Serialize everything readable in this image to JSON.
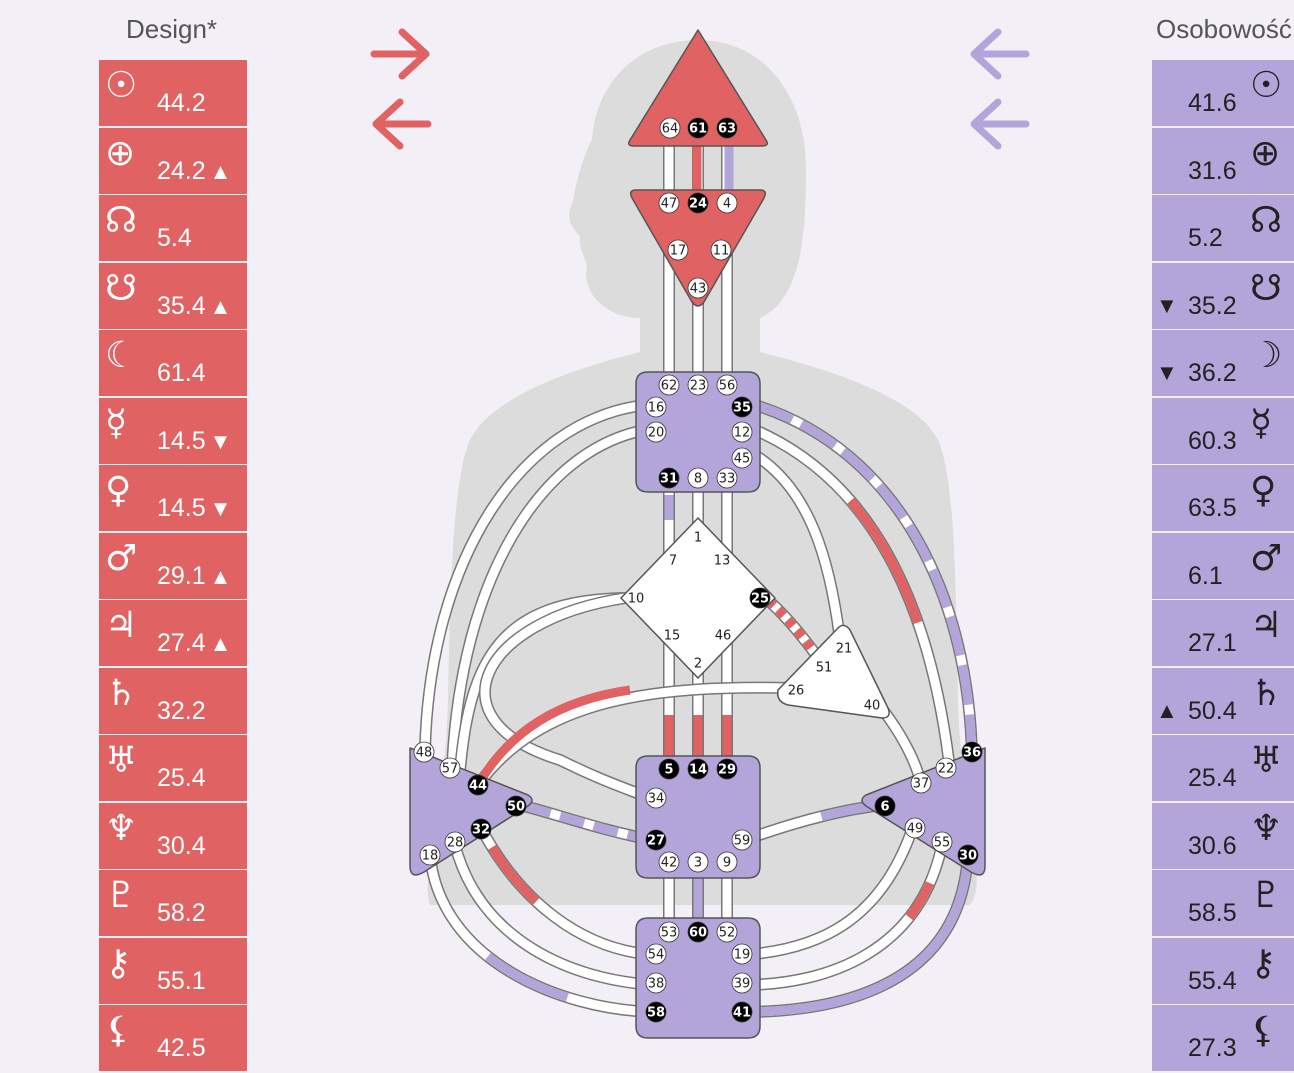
{
  "design": {
    "title": "Design*",
    "rows": [
      {
        "icon": "sun-icon",
        "glyph": "☉",
        "value": "44.2",
        "dir": ""
      },
      {
        "icon": "earth-icon",
        "glyph": "⊕",
        "value": "24.2",
        "dir": "▲"
      },
      {
        "icon": "north-node-icon",
        "glyph": "☊",
        "value": "5.4",
        "dir": ""
      },
      {
        "icon": "south-node-icon",
        "glyph": "☋",
        "value": "35.4",
        "dir": "▲"
      },
      {
        "icon": "moon-icon",
        "glyph": "☾",
        "value": "61.4",
        "dir": ""
      },
      {
        "icon": "mercury-icon",
        "glyph": "☿",
        "value": "14.5",
        "dir": "▼"
      },
      {
        "icon": "venus-icon",
        "glyph": "♀",
        "value": "14.5",
        "dir": "▼"
      },
      {
        "icon": "mars-icon",
        "glyph": "♂",
        "value": "29.1",
        "dir": "▲"
      },
      {
        "icon": "jupiter-icon",
        "glyph": "♃",
        "value": "27.4",
        "dir": "▲"
      },
      {
        "icon": "saturn-icon",
        "glyph": "♄",
        "value": "32.2",
        "dir": ""
      },
      {
        "icon": "uranus-icon",
        "glyph": "♅",
        "value": "25.4",
        "dir": ""
      },
      {
        "icon": "neptune-icon",
        "glyph": "♆",
        "value": "30.4",
        "dir": ""
      },
      {
        "icon": "pluto-icon",
        "glyph": "♇",
        "value": "58.2",
        "dir": ""
      },
      {
        "icon": "chiron-icon",
        "glyph": "⚷",
        "value": "55.1",
        "dir": ""
      },
      {
        "icon": "lilith-icon",
        "glyph": "⚸",
        "value": "42.5",
        "dir": ""
      }
    ]
  },
  "personality": {
    "title": "Osobowość",
    "rows": [
      {
        "icon": "sun-icon",
        "glyph": "☉",
        "value": "41.6",
        "dir": ""
      },
      {
        "icon": "earth-icon",
        "glyph": "⊕",
        "value": "31.6",
        "dir": ""
      },
      {
        "icon": "north-node-icon",
        "glyph": "☊",
        "value": "5.2",
        "dir": ""
      },
      {
        "icon": "south-node-icon",
        "glyph": "☋",
        "value": "35.2",
        "dir": "▼"
      },
      {
        "icon": "moon-icon",
        "glyph": "☽",
        "value": "36.2",
        "dir": "▼"
      },
      {
        "icon": "mercury-icon",
        "glyph": "☿",
        "value": "60.3",
        "dir": ""
      },
      {
        "icon": "venus-icon",
        "glyph": "♀",
        "value": "63.5",
        "dir": ""
      },
      {
        "icon": "mars-icon",
        "glyph": "♂",
        "value": "6.1",
        "dir": ""
      },
      {
        "icon": "jupiter-icon",
        "glyph": "♃",
        "value": "27.1",
        "dir": ""
      },
      {
        "icon": "saturn-icon",
        "glyph": "♄",
        "value": "50.4",
        "dir": "▲"
      },
      {
        "icon": "uranus-icon",
        "glyph": "♅",
        "value": "25.4",
        "dir": ""
      },
      {
        "icon": "neptune-icon",
        "glyph": "♆",
        "value": "30.6",
        "dir": ""
      },
      {
        "icon": "pluto-icon",
        "glyph": "♇",
        "value": "58.5",
        "dir": ""
      },
      {
        "icon": "chiron-icon",
        "glyph": "⚷",
        "value": "55.4",
        "dir": ""
      },
      {
        "icon": "lilith-icon",
        "glyph": "⚸",
        "value": "27.3",
        "dir": ""
      }
    ]
  },
  "colors": {
    "design": "#e06262",
    "personality": "#b3a5da",
    "background": "#f2f0f6",
    "silhouette": "#dcdcdc",
    "undefined": "#ffffff",
    "activated_gate": "#000000"
  },
  "bodygraph": {
    "centers": {
      "head": {
        "shape": "triangle",
        "defined": true,
        "color": "design",
        "gates": [
          "64",
          "61",
          "63"
        ]
      },
      "ajna": {
        "shape": "triangle",
        "defined": true,
        "color": "design",
        "gates": [
          "47",
          "24",
          "4",
          "17",
          "11",
          "43"
        ]
      },
      "throat": {
        "shape": "square",
        "defined": true,
        "color": "personality",
        "gates": [
          "62",
          "23",
          "56",
          "16",
          "35",
          "20",
          "12",
          "45",
          "31",
          "8",
          "33"
        ]
      },
      "g": {
        "shape": "diamond",
        "defined": false,
        "color": "undefined",
        "gates": [
          "1",
          "7",
          "13",
          "10",
          "25",
          "15",
          "46",
          "2"
        ]
      },
      "ego": {
        "shape": "triangle",
        "defined": false,
        "color": "undefined",
        "gates": [
          "21",
          "51",
          "26",
          "40"
        ]
      },
      "sacral": {
        "shape": "square",
        "defined": true,
        "color": "personality",
        "gates": [
          "5",
          "14",
          "29",
          "34",
          "27",
          "59",
          "42",
          "3",
          "9"
        ]
      },
      "spleen": {
        "shape": "triangle",
        "defined": true,
        "color": "personality",
        "gates": [
          "48",
          "57",
          "44",
          "50",
          "32",
          "28",
          "18"
        ]
      },
      "solar_plexus": {
        "shape": "triangle",
        "defined": true,
        "color": "personality",
        "gates": [
          "36",
          "22",
          "37",
          "6",
          "49",
          "55",
          "30"
        ]
      },
      "root": {
        "shape": "square",
        "defined": true,
        "color": "personality",
        "gates": [
          "53",
          "60",
          "52",
          "54",
          "19",
          "38",
          "39",
          "58",
          "41"
        ]
      }
    },
    "activated_gates": [
      "61",
      "63",
      "24",
      "35",
      "31",
      "25",
      "5",
      "14",
      "29",
      "44",
      "50",
      "32",
      "27",
      "6",
      "36",
      "30",
      "60",
      "58",
      "41"
    ]
  }
}
